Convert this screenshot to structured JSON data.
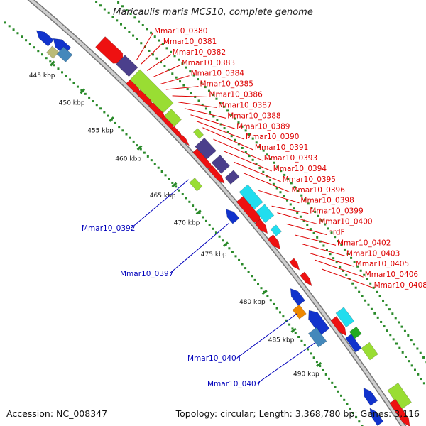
{
  "title": "Maricaulis maris MCS10, complete genome",
  "footer": {
    "accession": "Accession: NC_008347",
    "topology": "Topology: circular; Length: 3,368,780 bp; Genes: 3,116"
  },
  "colors": {
    "forward_label": "#dd0000",
    "reverse_label": "#0000bb",
    "backbone": "#999999",
    "tick_dots": "#2a8a2a",
    "cds_red": "#ee1111",
    "cds_purple": "#4b3f8c",
    "cds_lime": "#99dd33",
    "cds_cyan": "#22ddee",
    "cds_blue": "#1133cc",
    "cds_steel": "#4488bb",
    "cds_orange": "#ee8800",
    "cds_olive": "#bbbb77",
    "cds_green": "#22aa22"
  },
  "kbp_ticks": [
    "445 kbp",
    "450 kbp",
    "455 kbp",
    "460 kbp",
    "465 kbp",
    "470 kbp",
    "475 kbp",
    "480 kbp",
    "485 kbp",
    "490 kbp"
  ],
  "forward_labels": [
    "Mmar10_0380",
    "Mmar10_0381",
    "Mmar10_0382",
    "Mmar10_0383",
    "Mmar10_0384",
    "Mmar10_0385",
    "Mmar10_0386",
    "Mmar10_0387",
    "Mmar10_0388",
    "Mmar10_0389",
    "Mmar10_0390",
    "Mmar10_0391",
    "Mmar10_0393",
    "Mmar10_0394",
    "Mmar10_0395",
    "Mmar10_0396",
    "Mmar10_0398",
    "Mmar10_0399",
    "Mmar10_0400",
    "nrdF",
    "Mmar10_0402",
    "Mmar10_0403",
    "Mmar10_0405",
    "Mmar10_0406",
    "Mmar10_0408"
  ],
  "reverse_labels": [
    "Mmar10_0392",
    "Mmar10_0397",
    "Mmar10_0404",
    "Mmar10_0407"
  ]
}
